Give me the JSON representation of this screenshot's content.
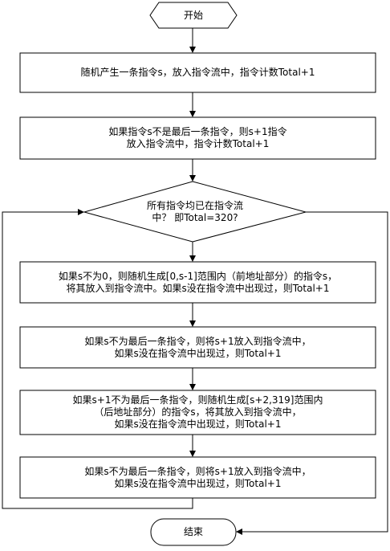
{
  "nodes": {
    "start": {
      "lines": [
        "开始"
      ]
    },
    "step1": {
      "lines": [
        "随机产生一条指令s，放入指令流中，指令计数Total+1"
      ]
    },
    "step2": {
      "lines": [
        "如果指令s不是最后一条指令，则s+1指令",
        "放入指令流中，指令计数Total+1"
      ]
    },
    "decision": {
      "lines": [
        "所有指令均已在指令流",
        "中？ 即Total=320?"
      ]
    },
    "step3": {
      "lines": [
        "如果s不为0，则随机生成[0,s-1]范围内（前地址部分）的指令s，",
        "将其放入到指令流中。如果s没在指令流中出现过，则Total+1"
      ]
    },
    "step4": {
      "lines": [
        "如果s不为最后一条指令，则将s+1放入到指令流中，",
        "如果s没在指令流中出现过，则Total+1"
      ]
    },
    "step5": {
      "lines": [
        "如果s+1不为最后一条指令，则随机生成[s+2,319]范围内",
        "（后地址部分）的指令s，将其放入到指令流中，",
        "如果s没在指令流中出现过，则Total+1"
      ]
    },
    "step6": {
      "lines": [
        "如果s不为最后一条指令，则将s+1放入到指令流中，",
        "如果s没在指令流中出现过，则Total+1"
      ]
    },
    "end": {
      "lines": [
        "结束"
      ]
    }
  }
}
